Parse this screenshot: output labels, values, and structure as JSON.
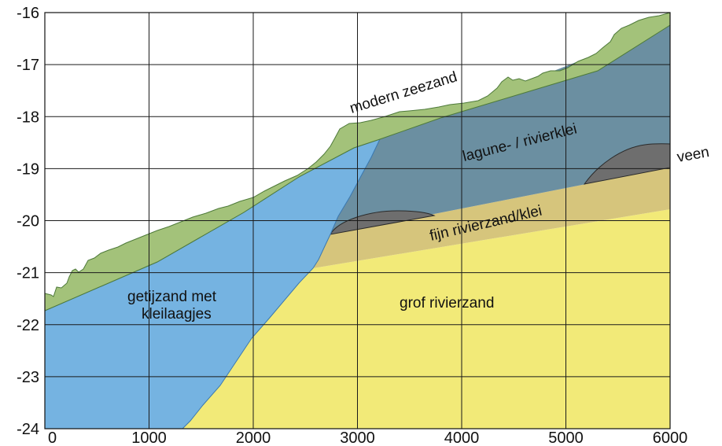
{
  "x_axis": {
    "min": 0,
    "max": 6000,
    "ticks": [
      "0",
      "1000",
      "2000",
      "3000",
      "4000",
      "5000",
      "6000"
    ]
  },
  "y_axis": {
    "min": -24,
    "max": -16,
    "ticks": [
      "-16",
      "-17",
      "-18",
      "-19",
      "-20",
      "-21",
      "-22",
      "-23",
      "-24"
    ]
  },
  "layers": [
    {
      "key": "zeezand",
      "label": "modern zeezand",
      "color": "#a3c27a"
    },
    {
      "key": "getijzand",
      "label_lines": [
        "getijzand met",
        "kleilaagjes"
      ],
      "color": "#75b3e1"
    },
    {
      "key": "lagune",
      "label": "lagune- / rivierklei",
      "color": "#6b8fa1"
    },
    {
      "key": "veen",
      "label": "veen",
      "color": "#6e6e6e"
    },
    {
      "key": "fijn",
      "label": "fijn rivierzand/klei",
      "color": "#d6c57c"
    },
    {
      "key": "grof",
      "label": "grof rivierzand",
      "color": "#f2ea78"
    }
  ]
}
